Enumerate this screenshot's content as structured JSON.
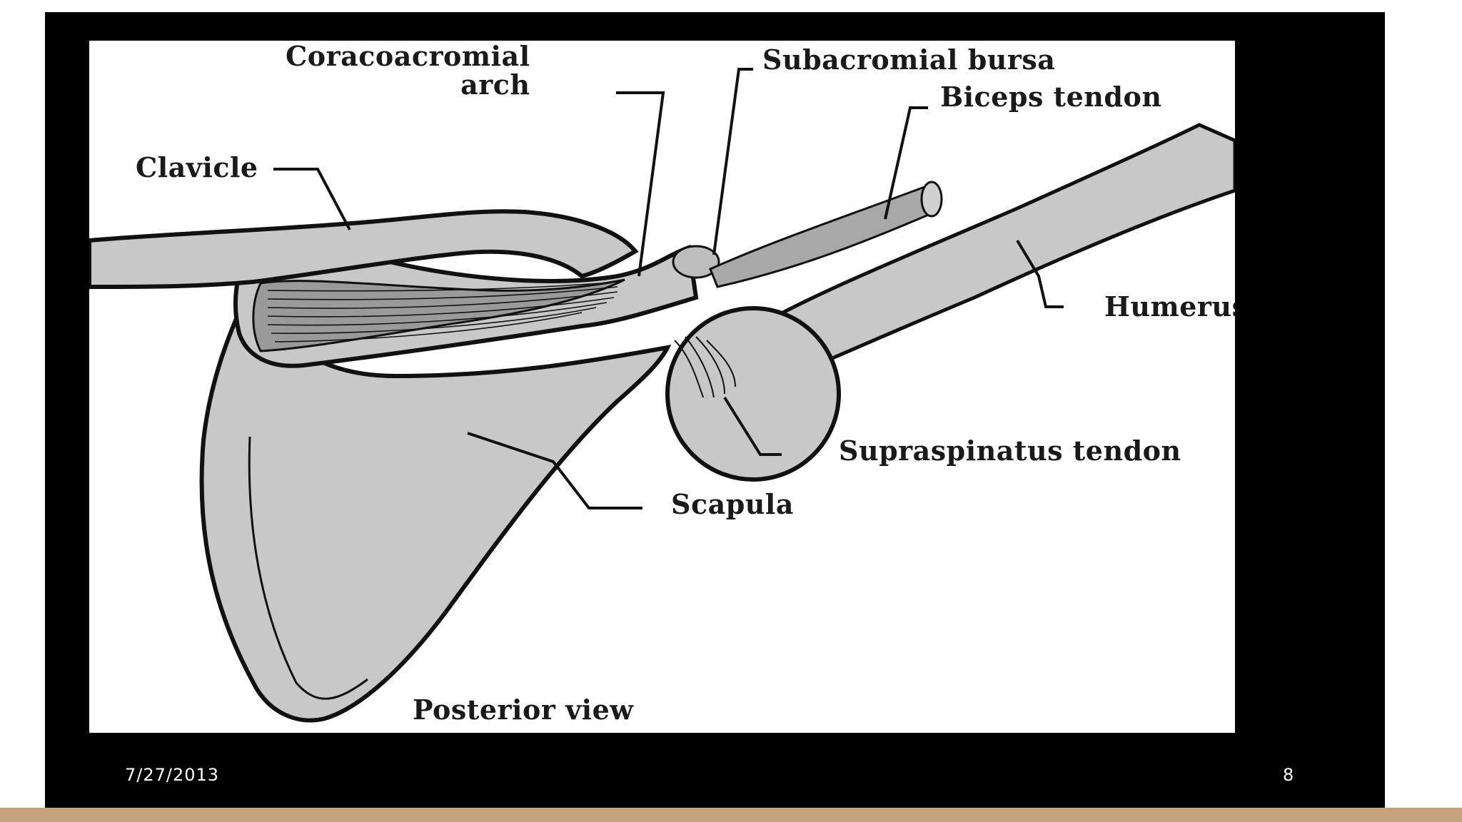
{
  "slide": {
    "date": "7/27/2013",
    "page_number": "8",
    "accent_color": "#c2a37c",
    "background_color": "#000000"
  },
  "diagram": {
    "labels": {
      "coracoacromial_arch": "Coracoacromial\narch",
      "subacromial_bursa": "Subacromial bursa",
      "biceps_tendon": "Biceps tendon",
      "clavicle": "Clavicle",
      "humerus": "Humerus",
      "supraspinatus_tendon": "Supraspinatus tendon",
      "scapula": "Scapula"
    },
    "caption": "Posterior view",
    "bone_fill": "#c8c8c8",
    "outline_color": "#111111"
  }
}
